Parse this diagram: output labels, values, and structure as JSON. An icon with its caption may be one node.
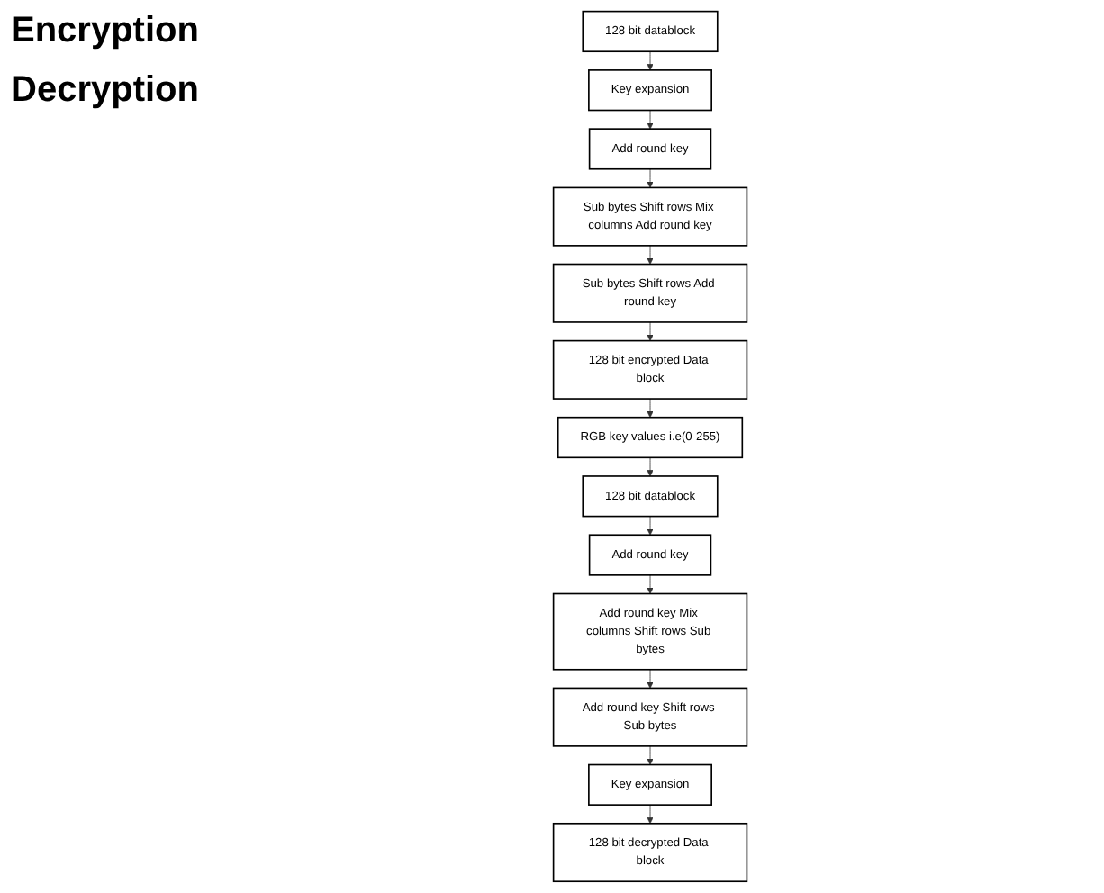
{
  "diagram": {
    "nodes": [
      {
        "text": [
          "128 bit datablock"
        ]
      },
      {
        "text": [
          "Key expansion"
        ]
      },
      {
        "text": [
          "Add round key"
        ]
      },
      {
        "text": [
          "Sub bytes Shift rows Mix columns Add round key"
        ]
      },
      {
        "text": [
          "Sub bytes Shift rows Add round key"
        ]
      },
      {
        "text": [
          "128 bit encrypted Data block"
        ]
      },
      {
        "text": [
          "RGB key values i.e(0-255)"
        ]
      },
      {
        "text": [
          "128 bit datablock"
        ]
      },
      {
        "text": [
          "Add round key"
        ]
      },
      {
        "text": [
          "Add round key Mix columns Shift rows Sub bytes"
        ]
      },
      {
        "text": [
          "Add round key Shift rows Sub bytes"
        ]
      },
      {
        "text": [
          "Key expansion"
        ]
      },
      {
        "text": [
          "128 bit decrypted Data block"
        ]
      }
    ],
    "edges": [
      {
        "from": 0,
        "to": 1,
        "arrow": "to"
      },
      {
        "from": 1,
        "to": 2,
        "arrow": "to"
      },
      {
        "from": 2,
        "to": 3,
        "arrow": "to"
      },
      {
        "from": 3,
        "to": 4,
        "arrow": "to"
      },
      {
        "from": 4,
        "to": 5,
        "arrow": "to"
      },
      {
        "from": 5,
        "to": 6,
        "arrow": "to"
      },
      {
        "from": 6,
        "to": 7,
        "arrow": "to"
      },
      {
        "from": 7,
        "to": 8,
        "arrow": "to"
      },
      {
        "from": 8,
        "to": 9,
        "arrow": "to"
      },
      {
        "from": 9,
        "to": 10,
        "arrow": "to"
      },
      {
        "from": 10,
        "to": 11,
        "arrow": "to"
      },
      {
        "from": 11,
        "to": 12,
        "arrow": "to"
      }
    ],
    "labels": [
      "Encryption",
      "Decryption"
    ]
  }
}
